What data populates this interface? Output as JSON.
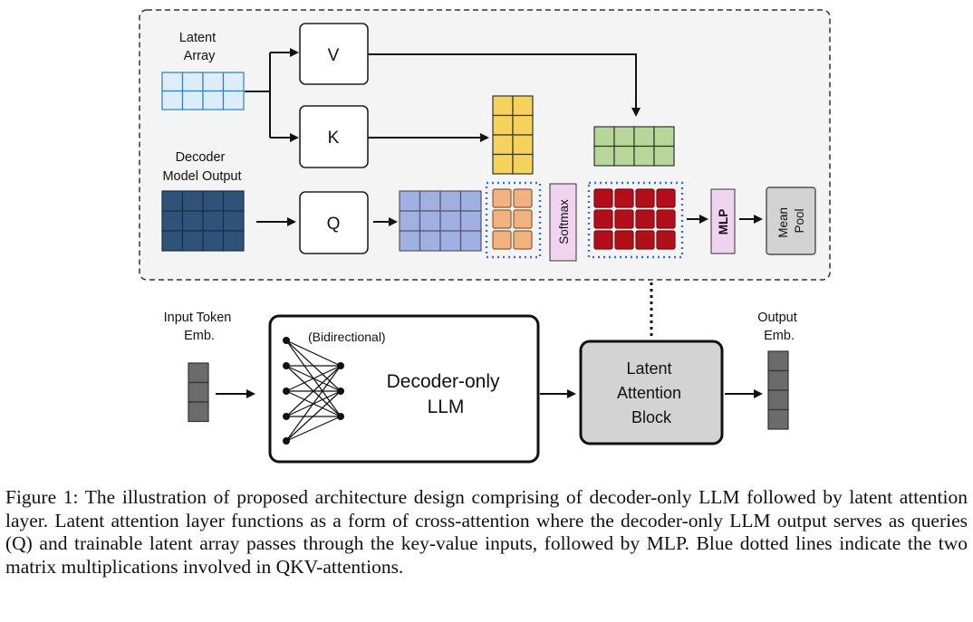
{
  "figure": {
    "latent_array_label": [
      "Latent",
      "Array"
    ],
    "decoder_output_label": [
      "Decoder",
      "Model Output"
    ],
    "v_label": "V",
    "k_label": "K",
    "q_label": "Q",
    "softmax_label": "Softmax",
    "mlp_label": "MLP",
    "mean_pool_label": [
      "Mean",
      "Pool"
    ],
    "input_token_label": [
      "Input Token",
      "Emb."
    ],
    "bidirectional_label": "(Bidirectional)",
    "llm_label": [
      "Decoder-only",
      "LLM"
    ],
    "latent_block_label": [
      "Latent",
      "Attention",
      "Block"
    ],
    "output_label": [
      "Output",
      "Emb."
    ],
    "colors": {
      "latent_array": "#dceefa",
      "decoder_output": "#2f5279",
      "k_matrix": "#f5d25b",
      "v_matrix": "#b7d79a",
      "q_matrix": "#9fb0e1",
      "attn_scores": "#f0b27f",
      "attn_weights": "#b30f1b",
      "softmax_box": "#f0d4ef",
      "panel_bg": "#f4f4f4",
      "latent_block_bg": "#d3d3d3",
      "embedding": "#6b6b6b",
      "dotted_highlight": "#3d6fd0"
    }
  },
  "caption": {
    "prefix": "Figure 1:",
    "text": "The illustration of proposed architecture design comprising of decoder-only LLM followed by latent attention layer. Latent attention layer functions as a form of cross-attention where the decoder-only LLM output serves as queries (Q) and trainable latent array passes through the key-value inputs, followed by MLP. Blue dotted lines indicate the two matrix multiplications involved in QKV-attentions."
  }
}
